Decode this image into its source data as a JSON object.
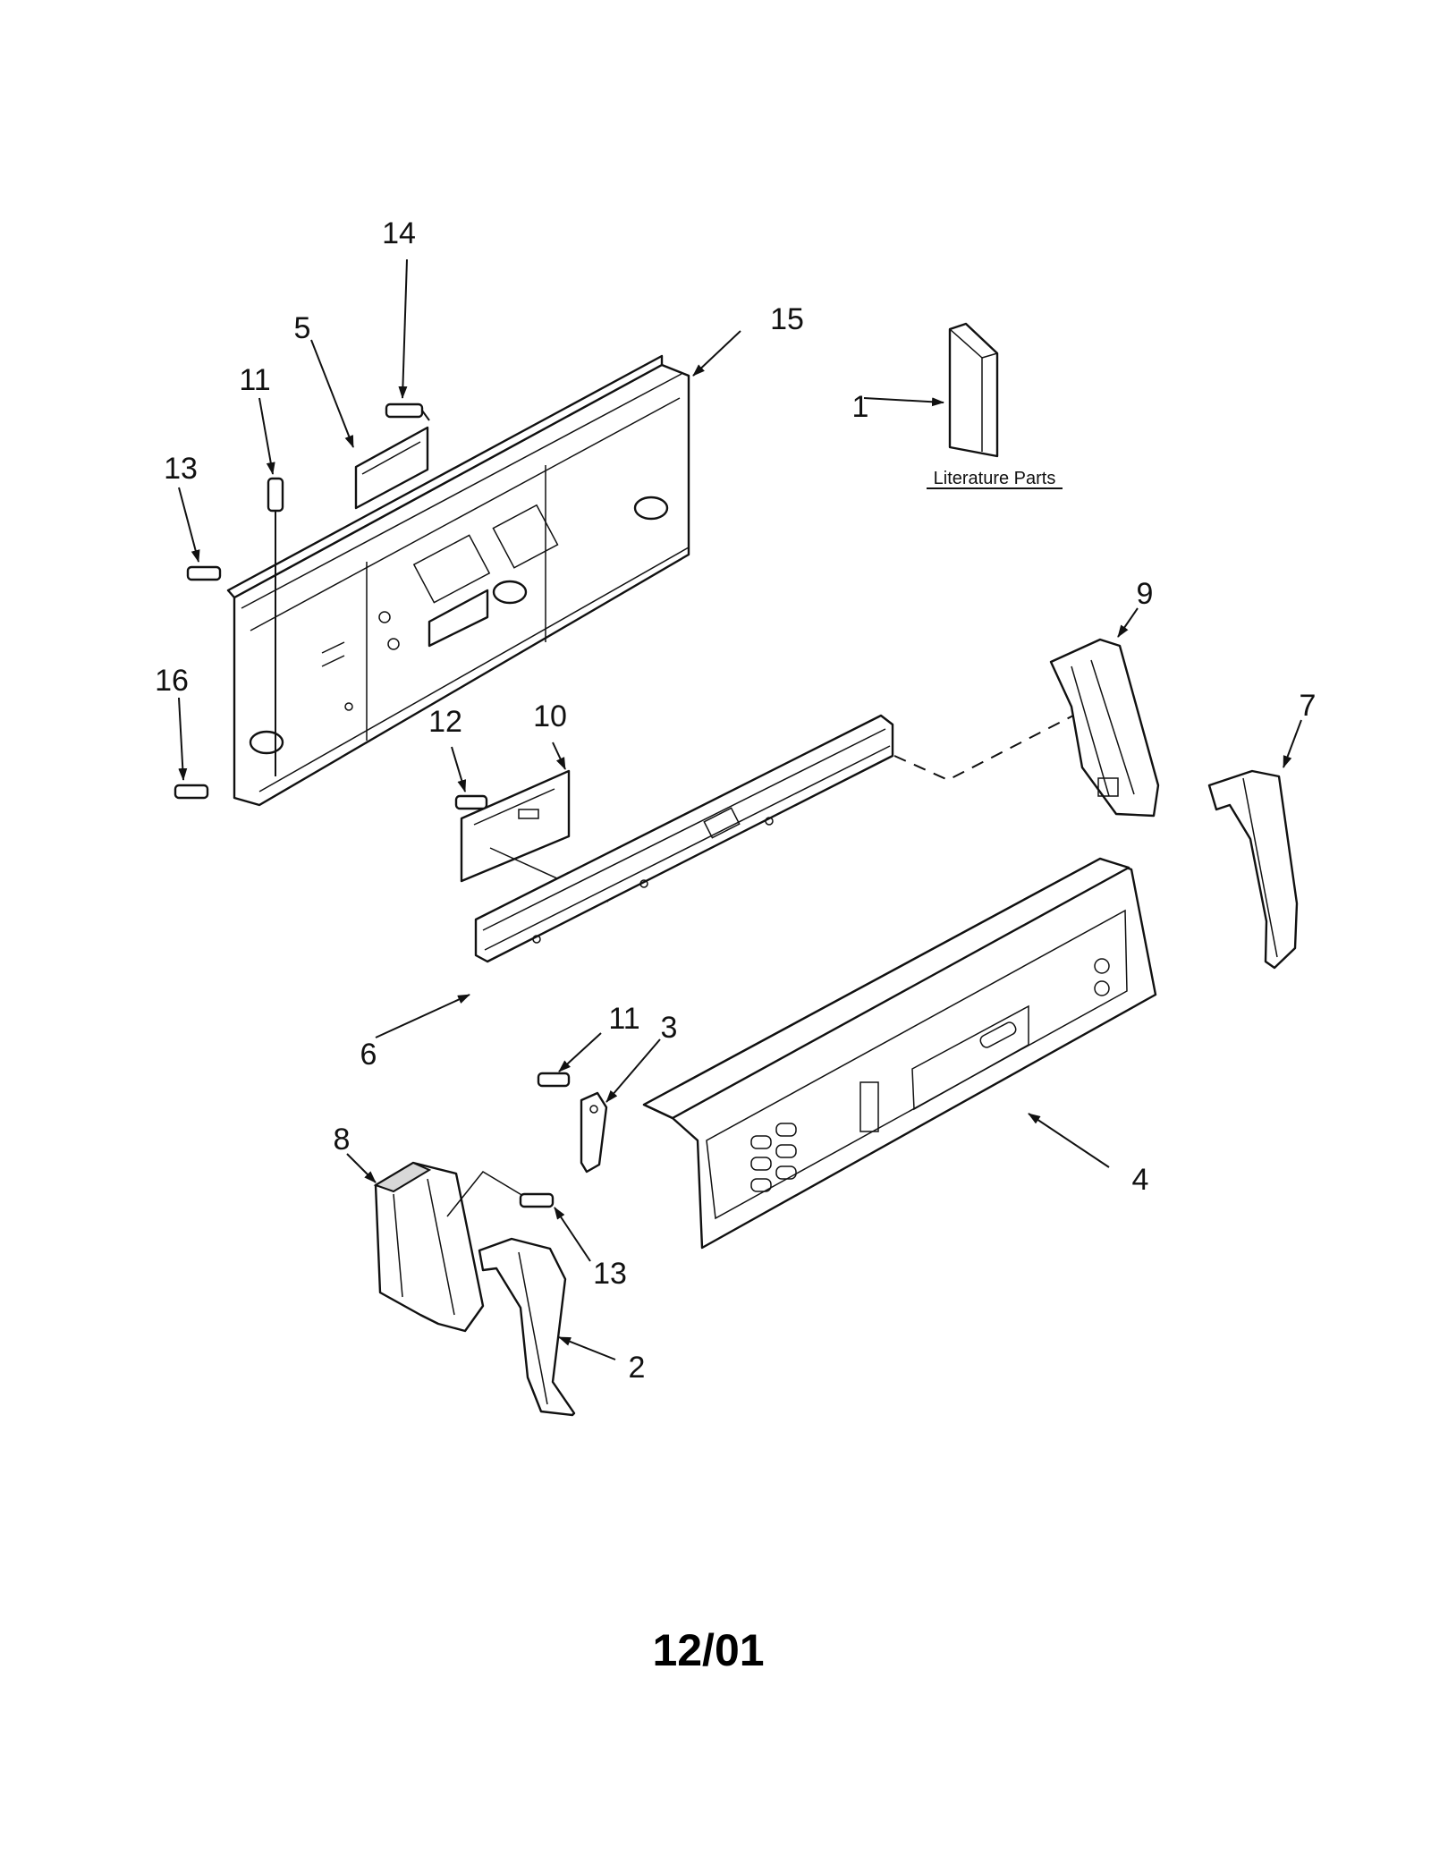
{
  "callouts": {
    "c1": "1",
    "c2": "2",
    "c3": "3",
    "c4": "4",
    "c5": "5",
    "c6": "6",
    "c7": "7",
    "c8": "8",
    "c9": "9",
    "c10": "10",
    "c11a": "11",
    "c11b": "11",
    "c12": "12",
    "c13a": "13",
    "c13b": "13",
    "c14": "14",
    "c15": "15",
    "c16": "16"
  },
  "literature_label": "Literature Parts",
  "revision_code": "12/01"
}
